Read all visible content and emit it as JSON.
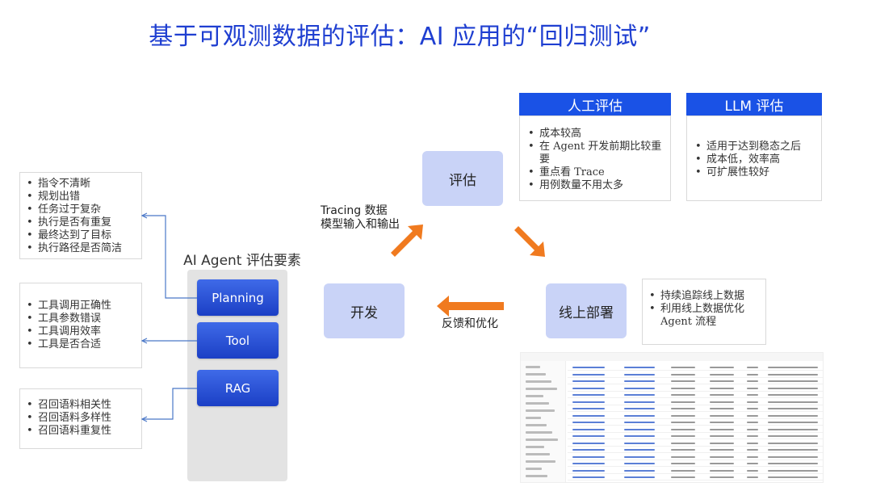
{
  "title": "基于可观测数据的评估：AI 应用的“回归测试”",
  "agent_elements": {
    "title": "AI Agent 评估要素",
    "items": [
      "Planning",
      "Tool",
      "RAG"
    ]
  },
  "planning_notes": [
    "指令不清晰",
    "规划出错",
    "任务过于复杂",
    "执行是否有重复",
    "最终达到了目标",
    "执行路径是否简洁"
  ],
  "tool_notes": [
    "工具调用正确性",
    "工具参数错误",
    "工具调用效率",
    "工具是否合适"
  ],
  "rag_notes": [
    "召回语料相关性",
    "召回语料多样性",
    "召回语料重复性"
  ],
  "cycle": {
    "develop": "开发",
    "evaluate": "评估",
    "deploy": "线上部署",
    "tracing_label_line1": "Tracing 数据",
    "tracing_label_line2": "模型输入和输出",
    "feedback_label": "反馈和优化"
  },
  "human_eval": {
    "header": "人工评估",
    "items": [
      "成本较高",
      "在 Agent 开发前期比较重要",
      "重点看 Trace",
      "用例数量不用太多"
    ]
  },
  "llm_eval": {
    "header": "LLM 评估",
    "items": [
      "适用于达到稳态之后",
      "成本低，效率高",
      "可扩展性较好"
    ]
  },
  "deploy_notes": [
    "持续追踪线上数据",
    "利用线上数据优化 Agent 流程"
  ],
  "colors": {
    "title": "#1f3fd1",
    "header_bg": "#1a52e6",
    "node_bg": "#c9d3f7",
    "pill_bg": "#1b3fc5",
    "arrow": "#f07a1f",
    "connector": "#4a78c8"
  }
}
